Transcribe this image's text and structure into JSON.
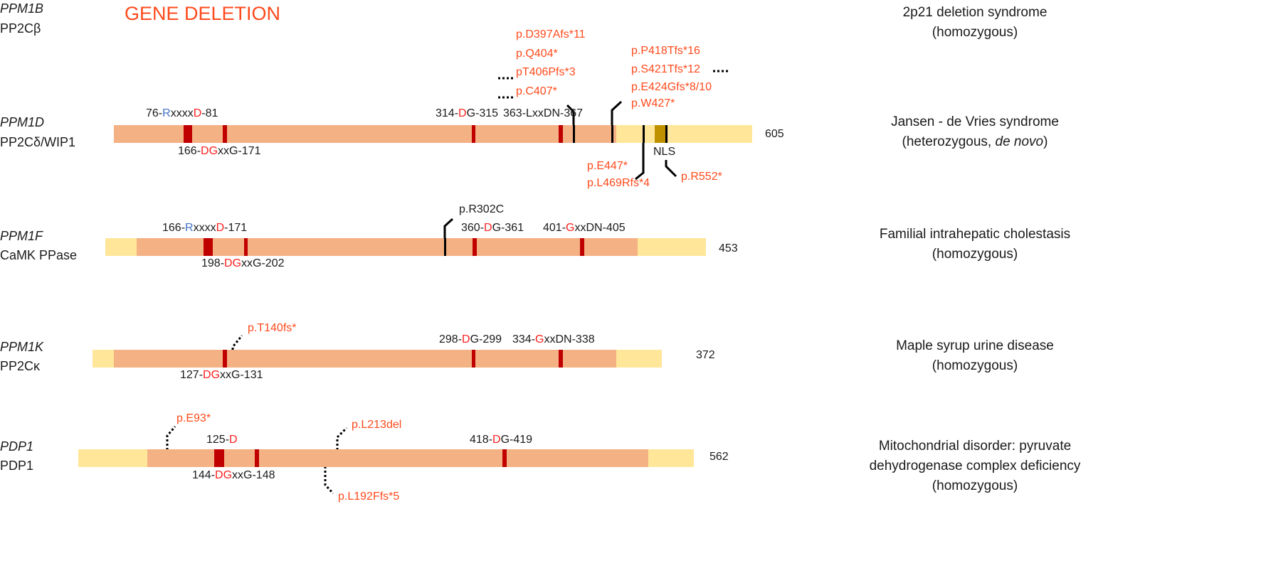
{
  "title": "GENE DELETION",
  "colors": {
    "domain": "#f4b183",
    "terminal": "#ffe699",
    "motif": "#c00000",
    "nls": "#bf9000",
    "mutation_text": "#ff4a1c",
    "arg": "#4472c4"
  },
  "proteins": [
    {
      "gene": "PPM1B",
      "protein": "PP2Cβ",
      "disease": [
        "2p21 deletion syndrome",
        "(homozygous)"
      ]
    },
    {
      "gene": "PPM1D",
      "protein": "PP2Cδ/WIP1",
      "length": "605",
      "disease": [
        "Jansen - de Vries syndrome",
        "(heterozygous, ",
        "de novo",
        ")"
      ],
      "motifs": [
        [
          "76-",
          "R",
          "xxxx",
          "D",
          "-81"
        ],
        [
          "166-",
          "DG",
          "xxG-171"
        ],
        [
          "314-",
          "D",
          "G-315"
        ],
        [
          "363-LxxDN-367"
        ]
      ],
      "nls": "NLS",
      "mutations": [
        "p.D397Afs*11",
        "p.Q404*",
        "pT406Pfs*3",
        "p.C407*",
        "p.P418Tfs*16",
        "p.S421Tfs*12",
        "p.E424Gfs*8/10",
        "p.W427*",
        "p.E447*",
        "p.L469Rfs*4",
        "p.R552*"
      ]
    },
    {
      "gene": "PPM1F",
      "protein": "CaMK PPase",
      "length": "453",
      "disease": [
        "Familial intrahepatic cholestasis",
        "(homozygous)"
      ],
      "motifs": [
        [
          "166-",
          "R",
          "xxxx",
          "D",
          "-171"
        ],
        [
          "198-",
          "DG",
          "xxG-202"
        ],
        [
          "360-",
          "D",
          "G-361"
        ],
        [
          "401-",
          "G",
          "xxDN-405"
        ]
      ],
      "mutations": [
        "p.R302C"
      ]
    },
    {
      "gene": "PPM1K",
      "protein": "PP2Cκ",
      "length": "372",
      "disease": [
        "Maple syrup urine disease",
        "(homozygous)"
      ],
      "motifs": [
        [
          "127-",
          "DG",
          "xxG-131"
        ],
        [
          "298-",
          "D",
          "G-299"
        ],
        [
          "334-",
          "G",
          "xxDN-338"
        ]
      ],
      "mutations": [
        "p.T140fs*"
      ]
    },
    {
      "gene": "PDP1",
      "protein": "PDP1",
      "length": "562",
      "disease": [
        "Mitochondrial disorder: pyruvate",
        "dehydrogenase complex deficiency",
        "(homozygous)"
      ],
      "motifs": [
        [
          "125-",
          "D"
        ],
        [
          "144-",
          "DG",
          "xxG-148"
        ],
        [
          "418-",
          "D",
          "G-419"
        ]
      ],
      "mutations": [
        "p.E93*",
        "p.L213del",
        "p.L192Ffs*5"
      ]
    }
  ]
}
